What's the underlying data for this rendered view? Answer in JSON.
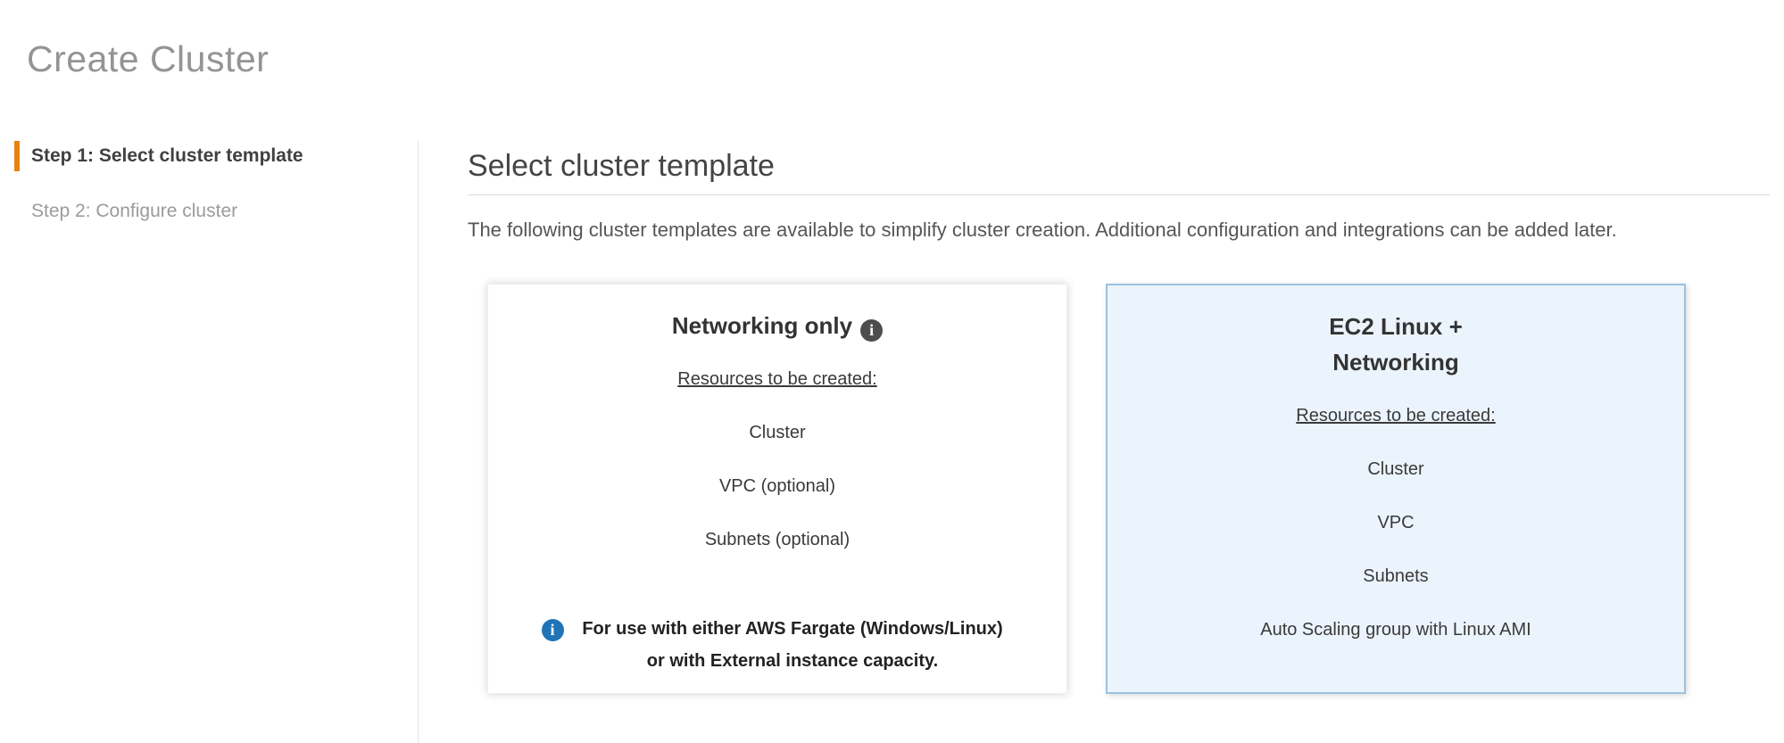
{
  "page_title": "Create Cluster",
  "wizard_steps": [
    {
      "label": "Step 1: Select cluster template",
      "state": "active"
    },
    {
      "label": "Step 2: Configure cluster",
      "state": "upcoming"
    }
  ],
  "content": {
    "heading": "Select cluster template",
    "description": "The following cluster templates are available to simplify cluster creation. Additional configuration and integrations can be added later.",
    "cards": [
      {
        "title": "Networking only",
        "resources_heading": "Resources to be created:",
        "resources": [
          "Cluster",
          "VPC (optional)",
          "Subnets (optional)"
        ],
        "note": "For use with either AWS Fargate (Windows/Linux) or with External instance capacity.",
        "selected": false
      },
      {
        "title": "EC2 Linux +\nNetworking",
        "resources_heading": "Resources to be created:",
        "resources": [
          "Cluster",
          "VPC",
          "Subnets",
          "Auto Scaling group with Linux AMI"
        ],
        "selected": true
      }
    ]
  },
  "icons": {
    "info_glyph": "i"
  },
  "colors": {
    "accent_orange": "#e8820e",
    "title_gray": "#949494",
    "selected_card_bg": "#ebf4fd",
    "selected_card_border": "#9cc1e0",
    "info_icon_dark": "#4d4d4d",
    "info_icon_blue": "#2173b8"
  }
}
